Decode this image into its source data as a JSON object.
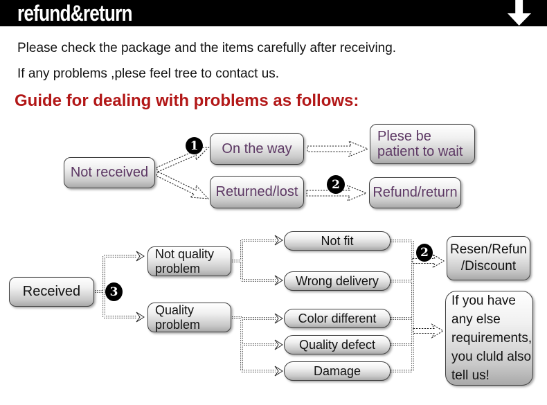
{
  "header": {
    "title": "refund&return"
  },
  "intro": {
    "line1": "Please check the package and the items carefully after receiving.",
    "line2": "If any problems ,plese feel tree to contact us."
  },
  "guide_heading": "Guide for dealing with problems as follows:",
  "colors": {
    "header_bg": "#000000",
    "heading_red": "#b21717",
    "top_box_text_purple": "#5c3763",
    "box_border": "#3f3f3f"
  },
  "flow_top": {
    "not_received": "Not received",
    "badge1": "1",
    "on_the_way": "On the way",
    "returned_lost": "Returned/lost",
    "plese_be_patient": "Plese be\npatient to wait",
    "badge2": "2",
    "refund_return": "Refund/return"
  },
  "flow_bottom": {
    "received": "Received",
    "badge3": "3",
    "not_quality_problem": "Not quality\nproblem",
    "quality_problem": "Quality\n problem",
    "not_fit": "Not fit",
    "wrong_delivery": "Wrong delivery",
    "color_different": "Color different",
    "quality_defect": "Quality defect",
    "damage": "Damage",
    "badge2b": "2",
    "resen_refun_discount": "Resen/Refun\n/Discount",
    "if_you_have": "If you have\nany else\nrequirements,\nyou cluld also\ntell us!"
  }
}
